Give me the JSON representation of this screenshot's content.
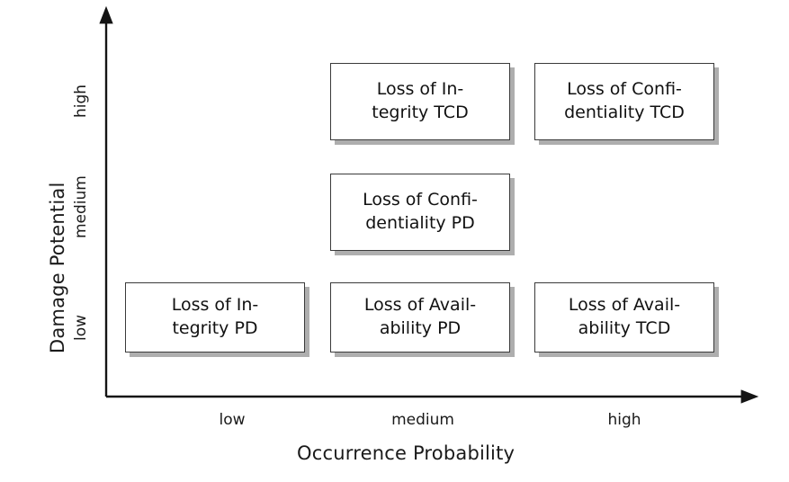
{
  "chart_data": {
    "type": "table",
    "title": "",
    "xlabel": "Occurrence Probability",
    "ylabel": "Damage Potential",
    "categories_x": [
      "low",
      "medium",
      "high"
    ],
    "categories_y": [
      "low",
      "medium",
      "high"
    ],
    "grid": false,
    "legend": "none",
    "cells": [
      {
        "x": "medium",
        "y": "high",
        "lines": [
          "Loss of In-",
          "tegrity TCD"
        ],
        "text": "Loss of Integrity TCD"
      },
      {
        "x": "high",
        "y": "high",
        "lines": [
          "Loss of Confi-",
          "dentiality TCD"
        ],
        "text": "Loss of Confidentiality TCD"
      },
      {
        "x": "medium",
        "y": "medium",
        "lines": [
          "Loss of Confi-",
          "dentiality PD"
        ],
        "text": "Loss of Confidentiality PD"
      },
      {
        "x": "low",
        "y": "low",
        "lines": [
          "Loss of In-",
          "tegrity PD"
        ],
        "text": "Loss of Integrity PD"
      },
      {
        "x": "medium",
        "y": "low",
        "lines": [
          "Loss of Avail-",
          "ability PD"
        ],
        "text": "Loss of Availability PD"
      },
      {
        "x": "high",
        "y": "low",
        "lines": [
          "Loss of Avail-",
          "ability TCD"
        ],
        "text": "Loss of Availability TCD"
      }
    ]
  },
  "axes": {
    "y": {
      "title": "Damage Potential",
      "ticks": [
        {
          "label": "high"
        },
        {
          "label": "medium"
        },
        {
          "label": "low"
        }
      ]
    },
    "x": {
      "title": "Occurrence Probability",
      "ticks": [
        {
          "label": "low"
        },
        {
          "label": "medium"
        },
        {
          "label": "high"
        }
      ]
    }
  },
  "colors": {
    "axis_line": "#141414",
    "box_border": "#3a3a3a",
    "box_fill": "#ffffff",
    "box_shadow": "#aeaeae",
    "text": "#111111",
    "background": "#ffffff"
  }
}
